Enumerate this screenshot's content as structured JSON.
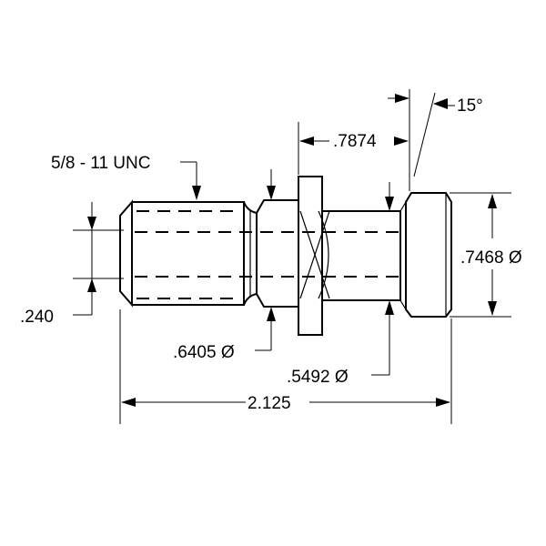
{
  "drawing": {
    "labels": {
      "thread": "5/8 - 11 UNC",
      "minor_dia": ".240",
      "neck_dia": ".6405 Ø",
      "shank_dia": ".5492 Ø",
      "flange_dia": ".7468 Ø",
      "shoulder_len": ".7874",
      "angle": "15°",
      "overall_len": "2.125"
    }
  }
}
